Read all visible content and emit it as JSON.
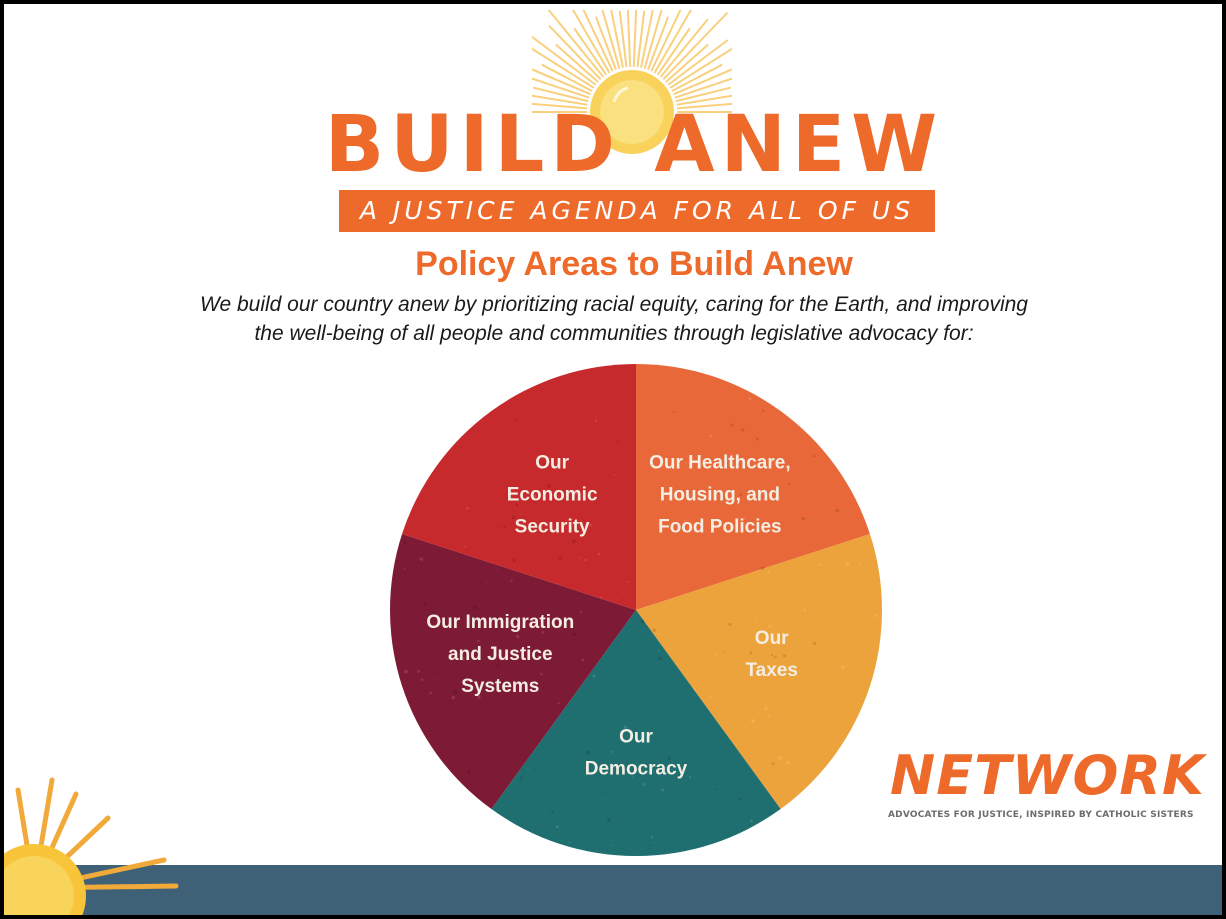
{
  "header": {
    "title": "BUILD ANEW",
    "tagline": "A JUSTICE AGENDA FOR ALL OF US"
  },
  "main": {
    "heading": "Policy Areas to Build Anew",
    "intro_line1": "We build our country anew by prioritizing racial equity, caring for the Earth, and improving",
    "intro_line2": "the well-being of all people and communities through legislative advocacy for:"
  },
  "chart_data": {
    "type": "pie",
    "title": "",
    "slices": [
      {
        "label_lines": [
          "Our Healthcare,",
          "Housing, and",
          "Food Policies"
        ],
        "value": 20,
        "color": "#e8683a"
      },
      {
        "label_lines": [
          "Our",
          "Taxes"
        ],
        "value": 20,
        "color": "#eda33b"
      },
      {
        "label_lines": [
          "Our",
          "Democracy"
        ],
        "value": 20,
        "color": "#1f6e70"
      },
      {
        "label_lines": [
          "Our Immigration",
          "and Justice",
          "Systems"
        ],
        "value": 20,
        "color": "#7d1a35"
      },
      {
        "label_lines": [
          "Our",
          "Economic",
          "Security"
        ],
        "value": 20,
        "color": "#c72a2c"
      }
    ]
  },
  "network_logo": {
    "wordmark": "NETWORK",
    "tagline": "ADVOCATES FOR JUSTICE, INSPIRED BY CATHOLIC SISTERS"
  },
  "colors": {
    "accent": "#ee6a2b",
    "footer": "#3e6177"
  }
}
